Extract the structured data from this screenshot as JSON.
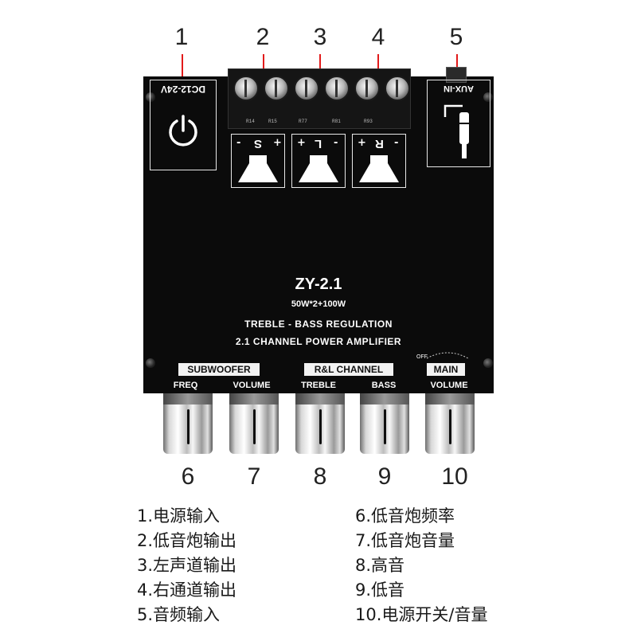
{
  "callouts": [
    "1",
    "2",
    "3",
    "4",
    "5",
    "6",
    "7",
    "8",
    "9",
    "10"
  ],
  "board": {
    "power_label": "DC12-24V",
    "aux_label": "AUX-IN",
    "speaker_channels": [
      {
        "letter": "S",
        "plus": "+",
        "minus": "-"
      },
      {
        "letter": "L",
        "plus": "+",
        "minus": "-"
      },
      {
        "letter": "R",
        "plus": "+",
        "minus": "-"
      }
    ],
    "model": "ZY-2.1",
    "power": "50W*2+100W",
    "line1": "TREBLE - BASS REGULATION",
    "line2": "2.1 CHANNEL POWER AMPLIFIER",
    "group_subwoofer": "SUBWOOFER",
    "group_rl": "R&L CHANNEL",
    "group_main": "MAIN",
    "off_label": "OFF",
    "knobs": [
      "FREQ",
      "VOLUME",
      "TREBLE",
      "BASS",
      "VOLUME"
    ],
    "terminal_codes": [
      "R14",
      "R15",
      "R77",
      "R81",
      "R93"
    ]
  },
  "legend": {
    "left": [
      "1.电源输入",
      "2.低音炮输出",
      "3.左声道输出",
      "4.右通道输出",
      "5.音频输入"
    ],
    "right": [
      "6.低音炮频率",
      "7.低音炮音量",
      "8.高音",
      "9.低音",
      "10.电源开关/音量"
    ]
  },
  "colors": {
    "pointer": "#e21a1a",
    "board": "#0b0b0b"
  },
  "icons": [
    "power-icon",
    "audio-jack-icon",
    "speaker-icon"
  ]
}
